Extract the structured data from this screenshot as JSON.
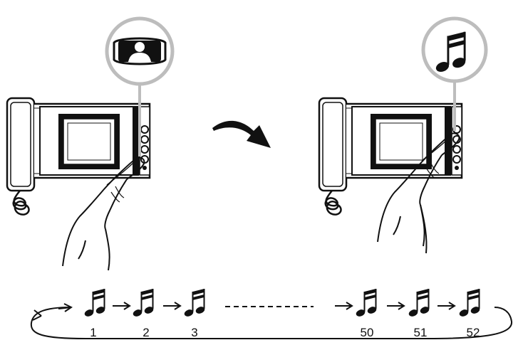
{
  "sequence": {
    "labels": [
      "1",
      "2",
      "3",
      "50",
      "51",
      "52"
    ]
  },
  "icons": {
    "left_callout": "person-icon",
    "right_callout": "music-note-icon",
    "sequence_item": "music-note-icon"
  },
  "colors": {
    "ink": "#111111",
    "callout_ring": "#bdbdbd",
    "paper": "#ffffff"
  }
}
